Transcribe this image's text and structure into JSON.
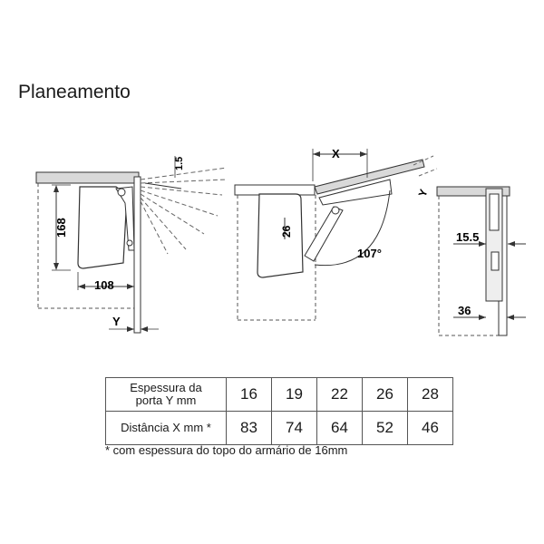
{
  "title": "Planeamento",
  "labels": {
    "d1_height": "168",
    "d1_width": "108",
    "d1_y": "Y",
    "d1_small": "1.5",
    "d2_x": "X",
    "d2_y": "Y",
    "d2_26": "26",
    "d2_angle": "107°",
    "d3_155": "15.5",
    "d3_36": "36"
  },
  "table": {
    "row1_label_line1": "Espessura da",
    "row1_label_line2": "porta Y mm",
    "row2_label": "Distância X mm *",
    "thickness": [
      "16",
      "19",
      "22",
      "26",
      "28"
    ],
    "distance": [
      "83",
      "74",
      "64",
      "52",
      "46"
    ]
  },
  "note": "* com espessura do topo do armário de 16mm"
}
